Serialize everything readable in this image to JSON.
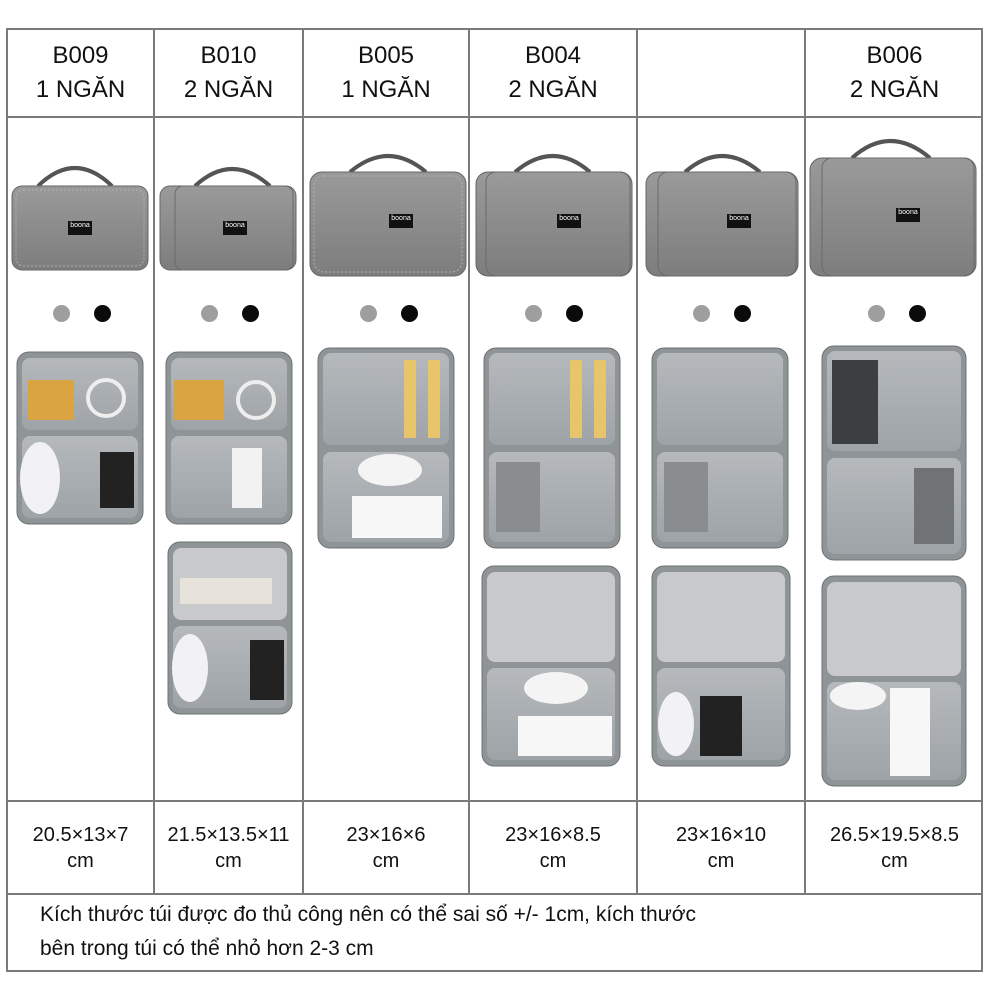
{
  "columns": [
    {
      "code": "B009",
      "compartments": "1 NGĂN",
      "size_line1": "20.5×13×7",
      "size_line2": "cm",
      "colors": [
        "grey",
        "black"
      ]
    },
    {
      "code": "B010",
      "compartments": "2 NGĂN",
      "size_line1": "21.5×13.5×11",
      "size_line2": "cm",
      "colors": [
        "grey",
        "black"
      ]
    },
    {
      "code": "B005",
      "compartments": "1 NGĂN",
      "size_line1": "23×16×6",
      "size_line2": "cm",
      "colors": [
        "grey",
        "black"
      ]
    },
    {
      "code": "B004",
      "compartments": "2 NGĂN",
      "size_line1": "23×16×8.5",
      "size_line2": "cm",
      "colors": [
        "grey",
        "black"
      ]
    },
    {
      "code": "",
      "compartments": "",
      "size_line1": "23×16×10",
      "size_line2": "cm",
      "colors": [
        "grey",
        "black"
      ]
    },
    {
      "code": "B006",
      "compartments": "2 NGĂN",
      "size_line1": "26.5×19.5×8.5",
      "size_line2": "cm",
      "colors": [
        "grey",
        "black"
      ]
    }
  ],
  "logo_text": "boona",
  "note": {
    "line1": "Kích thước túi được đo thủ công nên có thể sai số +/- 1cm, kích thước",
    "line2": "bên trong túi có thể nhỏ hơn 2-3 cm"
  },
  "swatch_colors": {
    "grey": "#9e9e9e",
    "black": "#0b0b0b"
  }
}
